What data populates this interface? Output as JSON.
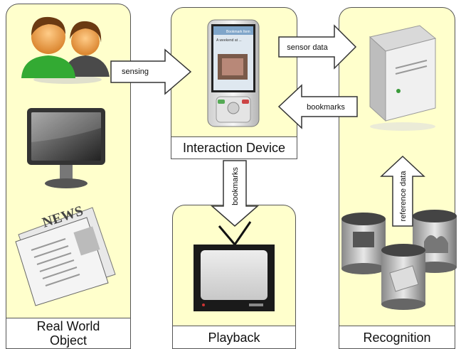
{
  "panels": {
    "real_world": {
      "label": "Real World Object"
    },
    "interaction": {
      "label": "Interaction Device"
    },
    "playback": {
      "label": "Playback"
    },
    "recognition": {
      "label": "Recognition"
    }
  },
  "arrows": {
    "sensing": "sensing",
    "sensor_data": "sensor data",
    "bookmarks_back": "bookmarks",
    "bookmarks_down": "bookmarks",
    "reference_data": "reference data"
  },
  "phone_screen": {
    "header": "Bookmark Item",
    "line": "A weekend at ..."
  },
  "newspaper": {
    "masthead": "NEWS"
  },
  "colors": {
    "panel_fill": "#ffffcc",
    "border": "#555555",
    "arrow_fill": "#ffffff"
  }
}
